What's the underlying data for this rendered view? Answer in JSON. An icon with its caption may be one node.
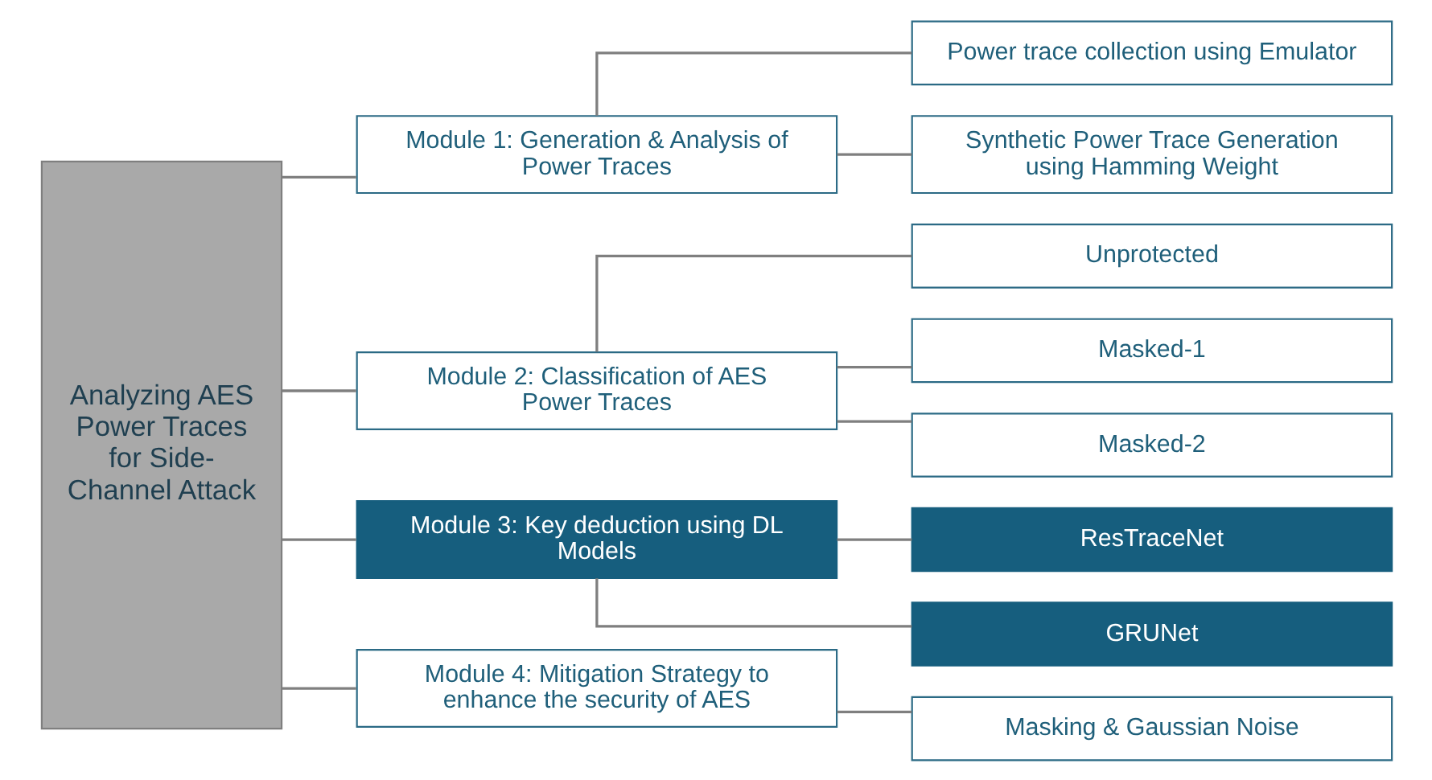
{
  "diagram": {
    "nodes": [
      {
        "text": [
          "Analyzing AES Power Traces for Side-Channel Attack"
        ]
      },
      {
        "text": [
          "Module 1: Generation & Analysis of Power Traces"
        ]
      },
      {
        "text": [
          "Power trace collection using Emulator"
        ]
      },
      {
        "text": [
          "Synthetic Power Trace Generation using Hamming Weight"
        ]
      },
      {
        "text": [
          "Module 2: Classification of AES Power Traces"
        ]
      },
      {
        "text": [
          "Unprotected"
        ]
      },
      {
        "text": [
          "Masked-1"
        ]
      },
      {
        "text": [
          "Masked-2"
        ]
      },
      {
        "text": [
          "Module 3: Key deduction using DL Models"
        ]
      },
      {
        "text": [
          "ResTraceNet"
        ]
      },
      {
        "text": [
          "GRUNet"
        ]
      },
      {
        "text": [
          "Module 4: Mitigation Strategy to enhance the security of AES"
        ]
      },
      {
        "text": [
          "Masking & Gaussian Noise"
        ]
      }
    ],
    "edges": [
      {
        "from": 0,
        "to": 1,
        "arrow": "none"
      },
      {
        "from": 0,
        "to": 4,
        "arrow": "none"
      },
      {
        "from": 0,
        "to": 8,
        "arrow": "none"
      },
      {
        "from": 0,
        "to": 11,
        "arrow": "none"
      },
      {
        "from": 1,
        "to": 2,
        "arrow": "none"
      },
      {
        "from": 1,
        "to": 3,
        "arrow": "none"
      },
      {
        "from": 4,
        "to": 5,
        "arrow": "none"
      },
      {
        "from": 4,
        "to": 6,
        "arrow": "none"
      },
      {
        "from": 4,
        "to": 7,
        "arrow": "none"
      },
      {
        "from": 8,
        "to": 9,
        "arrow": "none"
      },
      {
        "from": 8,
        "to": 10,
        "arrow": "none"
      },
      {
        "from": 11,
        "to": 12,
        "arrow": "none"
      }
    ]
  }
}
